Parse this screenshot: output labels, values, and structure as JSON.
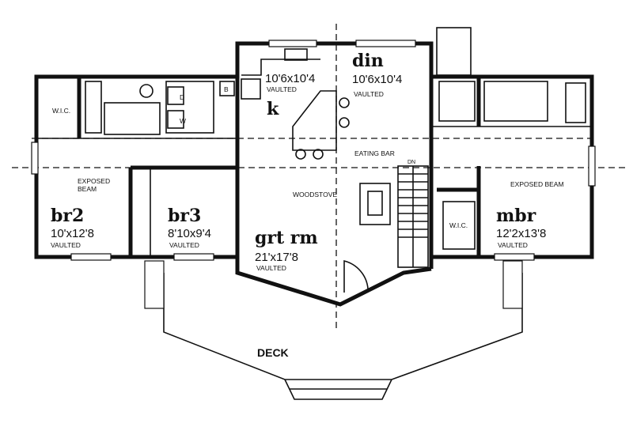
{
  "rooms": {
    "kitchen": {
      "name": "k",
      "size": "10'6x10'4",
      "note": "VAULTED"
    },
    "dining": {
      "name": "din",
      "size": "10'6x10'4",
      "note": "VAULTED"
    },
    "br2": {
      "name": "br2",
      "size": "10'x12'8",
      "note": "VAULTED"
    },
    "br3": {
      "name": "br3",
      "size": "8'10x9'4",
      "note": "VAULTED"
    },
    "great_room": {
      "name": "grt rm",
      "size": "21'x17'8",
      "note": "VAULTED"
    },
    "master": {
      "name": "mbr",
      "size": "12'2x13'8",
      "note": "VAULTED"
    }
  },
  "labels": {
    "wic_left": "W.I.C.",
    "wic_right": "W.I.C.",
    "exposed_beam_left_1": "EXPOSED",
    "exposed_beam_left_2": "BEAM",
    "exposed_beam_right": "EXPOSED BEAM",
    "eating_bar": "EATING BAR",
    "woodstove": "WOODSTOVE",
    "stair_dn": "DN",
    "deck": "DECK",
    "dryer": "D",
    "washer": "W",
    "broom": "B"
  }
}
